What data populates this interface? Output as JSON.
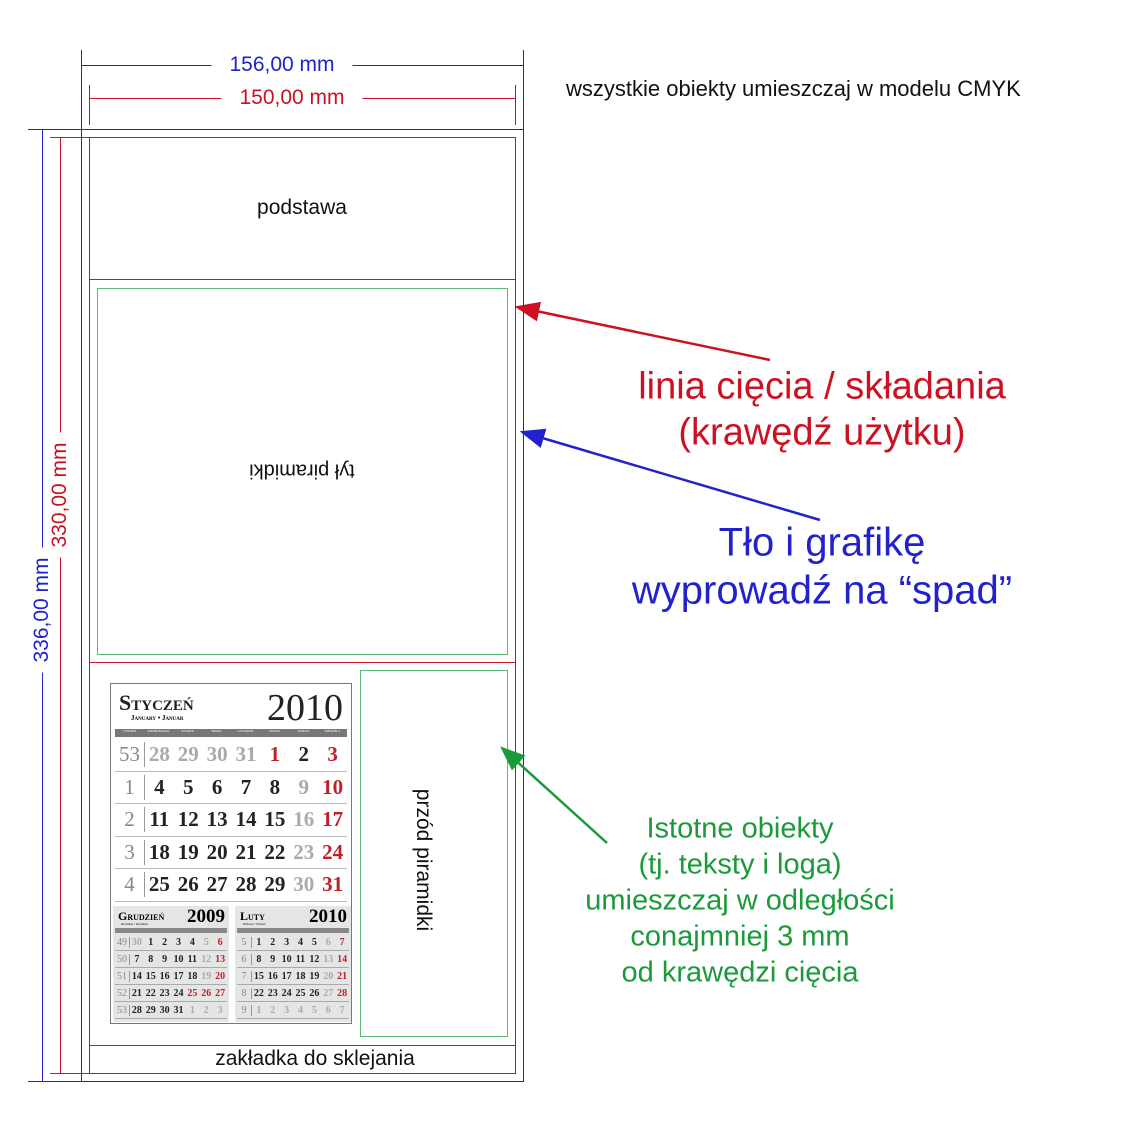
{
  "dimensions": {
    "total_width": "156,00 mm",
    "net_width": "150,00 mm",
    "total_height": "336,00 mm",
    "net_height": "330,00 mm"
  },
  "note_cmyk": "wszystkie obiekty umieszczaj w modelu CMYK",
  "panels": {
    "base": "podstawa",
    "back": "tył piramidki",
    "front": "przód piramidki",
    "glue_tab": "zakładka do sklejania"
  },
  "annotations": {
    "cut_line": [
      "linia cięcia / składania",
      "(krawędź użytku)"
    ],
    "bleed": [
      "Tło i grafikę",
      "wyprowadź na “spad”"
    ],
    "safe_zone": [
      "Istotne obiekty",
      "(tj. teksty i loga)",
      "umieszczaj w odległości",
      "conajmniej 3 mm",
      "od krawędzi cięcia"
    ]
  },
  "colors": {
    "bleed_line": "#2222cc",
    "cut_line": "#cc1122",
    "safe_line": "#2a9a4a"
  },
  "calendar": {
    "main": {
      "month": "Styczeń",
      "subtitle": "January • Januar",
      "year": "2010",
      "headers": [
        "TYDZIEŃ",
        "PONIEDZIAŁEK",
        "WTOREK",
        "ŚRODA",
        "CZWARTEK",
        "PIĄTEK",
        "SOBOTA",
        "NIEDZIELA"
      ],
      "weeks": [
        "53",
        "1",
        "2",
        "3",
        "4"
      ],
      "days": [
        [
          "28",
          "29",
          "30",
          "31",
          "1",
          "2",
          "3"
        ],
        [
          "4",
          "5",
          "6",
          "7",
          "8",
          "9",
          "10"
        ],
        [
          "11",
          "12",
          "13",
          "14",
          "15",
          "16",
          "17"
        ],
        [
          "18",
          "19",
          "20",
          "21",
          "22",
          "23",
          "24"
        ],
        [
          "25",
          "26",
          "27",
          "28",
          "29",
          "30",
          "31"
        ]
      ],
      "tones": [
        [
          "g",
          "g",
          "g",
          "g",
          "r",
          "k",
          "r"
        ],
        [
          "k",
          "k",
          "k",
          "k",
          "k",
          "g",
          "r"
        ],
        [
          "k",
          "k",
          "k",
          "k",
          "k",
          "g",
          "r"
        ],
        [
          "k",
          "k",
          "k",
          "k",
          "k",
          "g",
          "r"
        ],
        [
          "k",
          "k",
          "k",
          "k",
          "k",
          "g",
          "r"
        ]
      ]
    },
    "prev": {
      "month": "Grudzień",
      "subtitle": "December • Dezember",
      "year": "2009",
      "weeks": [
        "49",
        "50",
        "51",
        "52",
        "53"
      ],
      "days": [
        [
          "30",
          "1",
          "2",
          "3",
          "4",
          "5",
          "6"
        ],
        [
          "7",
          "8",
          "9",
          "10",
          "11",
          "12",
          "13"
        ],
        [
          "14",
          "15",
          "16",
          "17",
          "18",
          "19",
          "20"
        ],
        [
          "21",
          "22",
          "23",
          "24",
          "25",
          "26",
          "27"
        ],
        [
          "28",
          "29",
          "30",
          "31",
          "1",
          "2",
          "3"
        ]
      ],
      "tones": [
        [
          "g",
          "k",
          "k",
          "k",
          "k",
          "g",
          "r"
        ],
        [
          "k",
          "k",
          "k",
          "k",
          "k",
          "g",
          "r"
        ],
        [
          "k",
          "k",
          "k",
          "k",
          "k",
          "g",
          "r"
        ],
        [
          "k",
          "k",
          "k",
          "k",
          "r",
          "r",
          "r"
        ],
        [
          "k",
          "k",
          "k",
          "k",
          "g",
          "g",
          "g"
        ]
      ]
    },
    "next": {
      "month": "Luty",
      "subtitle": "February • Februar",
      "year": "2010",
      "weeks": [
        "5",
        "6",
        "7",
        "8",
        "9"
      ],
      "days": [
        [
          "1",
          "2",
          "3",
          "4",
          "5",
          "6",
          "7"
        ],
        [
          "8",
          "9",
          "10",
          "11",
          "12",
          "13",
          "14"
        ],
        [
          "15",
          "16",
          "17",
          "18",
          "19",
          "20",
          "21"
        ],
        [
          "22",
          "23",
          "24",
          "25",
          "26",
          "27",
          "28"
        ],
        [
          "1",
          "2",
          "3",
          "4",
          "5",
          "6",
          "7"
        ]
      ],
      "tones": [
        [
          "k",
          "k",
          "k",
          "k",
          "k",
          "g",
          "r"
        ],
        [
          "k",
          "k",
          "k",
          "k",
          "k",
          "g",
          "r"
        ],
        [
          "k",
          "k",
          "k",
          "k",
          "k",
          "g",
          "r"
        ],
        [
          "k",
          "k",
          "k",
          "k",
          "k",
          "g",
          "r"
        ],
        [
          "g",
          "g",
          "g",
          "g",
          "g",
          "g",
          "g"
        ]
      ]
    }
  }
}
